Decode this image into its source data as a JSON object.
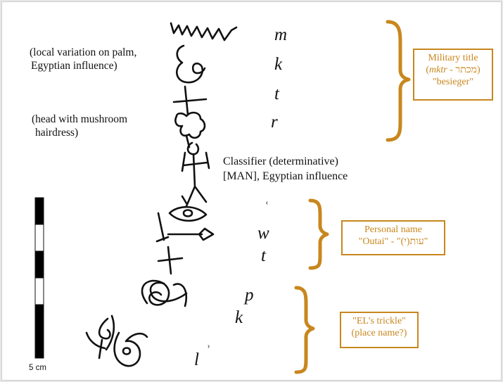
{
  "notes": {
    "palm": [
      "(local variation on palm,",
      "Egyptian influence)"
    ],
    "head": [
      "(head with mushroom",
      "hairdress)"
    ],
    "classifier": [
      "Classifier (determinative)",
      "[MAN], Egyptian influence"
    ]
  },
  "letters": {
    "m": "m",
    "k": "k",
    "t": "t",
    "r": "r",
    "ayin": "ʿ",
    "w": "w",
    "t2": "t",
    "p": "p",
    "k2": "k",
    "l": "l",
    "aleph": "ʾ"
  },
  "boxes": {
    "military": {
      "line1": "Military title",
      "line2_translit": "mktr",
      "line2_rest": " - מכתר)",
      "line2_open": "(",
      "line3": "\"besieger\""
    },
    "personal": {
      "line1": "Personal name",
      "line2": "\"Outai\" - \"עות(י)\""
    },
    "place": {
      "line1": "\"EL's trickle\"",
      "line2": "(place name?)"
    }
  },
  "scale": {
    "label": "5 cm"
  },
  "colors": {
    "accent": "#c8871e",
    "ink": "#111111",
    "background": "#ffffff"
  }
}
